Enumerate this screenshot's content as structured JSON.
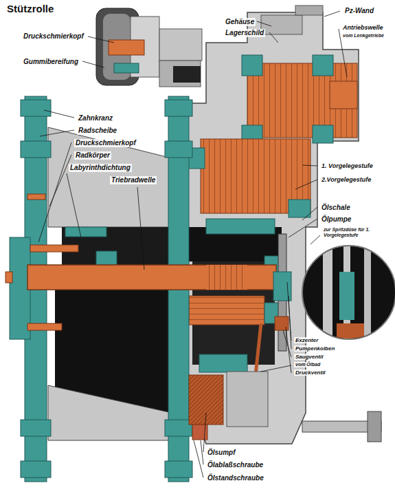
{
  "diagram": {
    "title": "Stützrolle",
    "labels": [
      "Druckschmierkopf",
      "Gummibereifung",
      "Gehäuse",
      "Lagerschild",
      "Pz-Wand",
      "Antriebswelle",
      "vom Lenkgetriebe",
      "Zahnkranz",
      "Radscheibe",
      "Druckschmierkopf",
      "Radkörper",
      "Labyrinthdichtung",
      "Triebradwelle",
      "1. Vorgelegestufe",
      "2.Vorgelegestufe",
      "Ölschale",
      "Ölpumpe",
      "zur Spritzdüse für 1. Vorgelegestufe",
      "Exzenter",
      "Pumpenkolben",
      "Saugventil",
      "vom Ölbad",
      "Druckventil",
      "Ölsumpf",
      "Ölablaßschraube",
      "Ölstandschraube"
    ]
  }
}
